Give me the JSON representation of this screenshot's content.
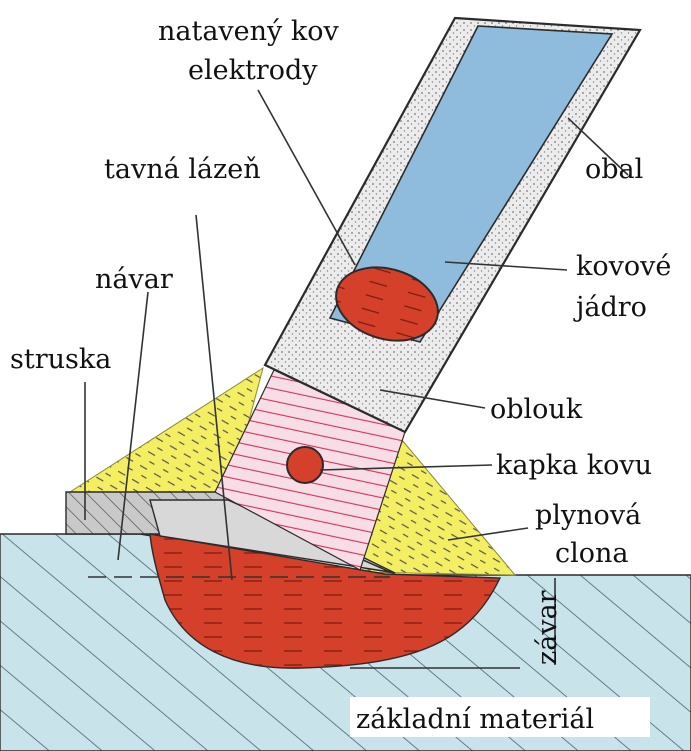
{
  "labels": {
    "molten_electrode_metal_line1": "natavený kov",
    "molten_electrode_metal_line2": "elektrody",
    "weld_pool": "tavná lázeň",
    "coating": "obal",
    "core_line1": "kovové",
    "core_line2": "jádro",
    "weld_bead": "návar",
    "slag": "struska",
    "arc": "oblouk",
    "metal_droplet": "kapka kovu",
    "shield_line1": "plynová",
    "shield_line2": "clona",
    "penetration": "závar",
    "base_material": "základní materiál"
  },
  "colors": {
    "base_material": "#c9e3ea",
    "core": "#8fbbdc",
    "coating": "#ececec",
    "molten_metal": "#d4402a",
    "arc_fill": "#f7dde6",
    "arc_stripes": "#d6325a",
    "shield_gas": "#f4ef62",
    "slag": "#c9c9c9",
    "outline": "#2b2b2b"
  }
}
